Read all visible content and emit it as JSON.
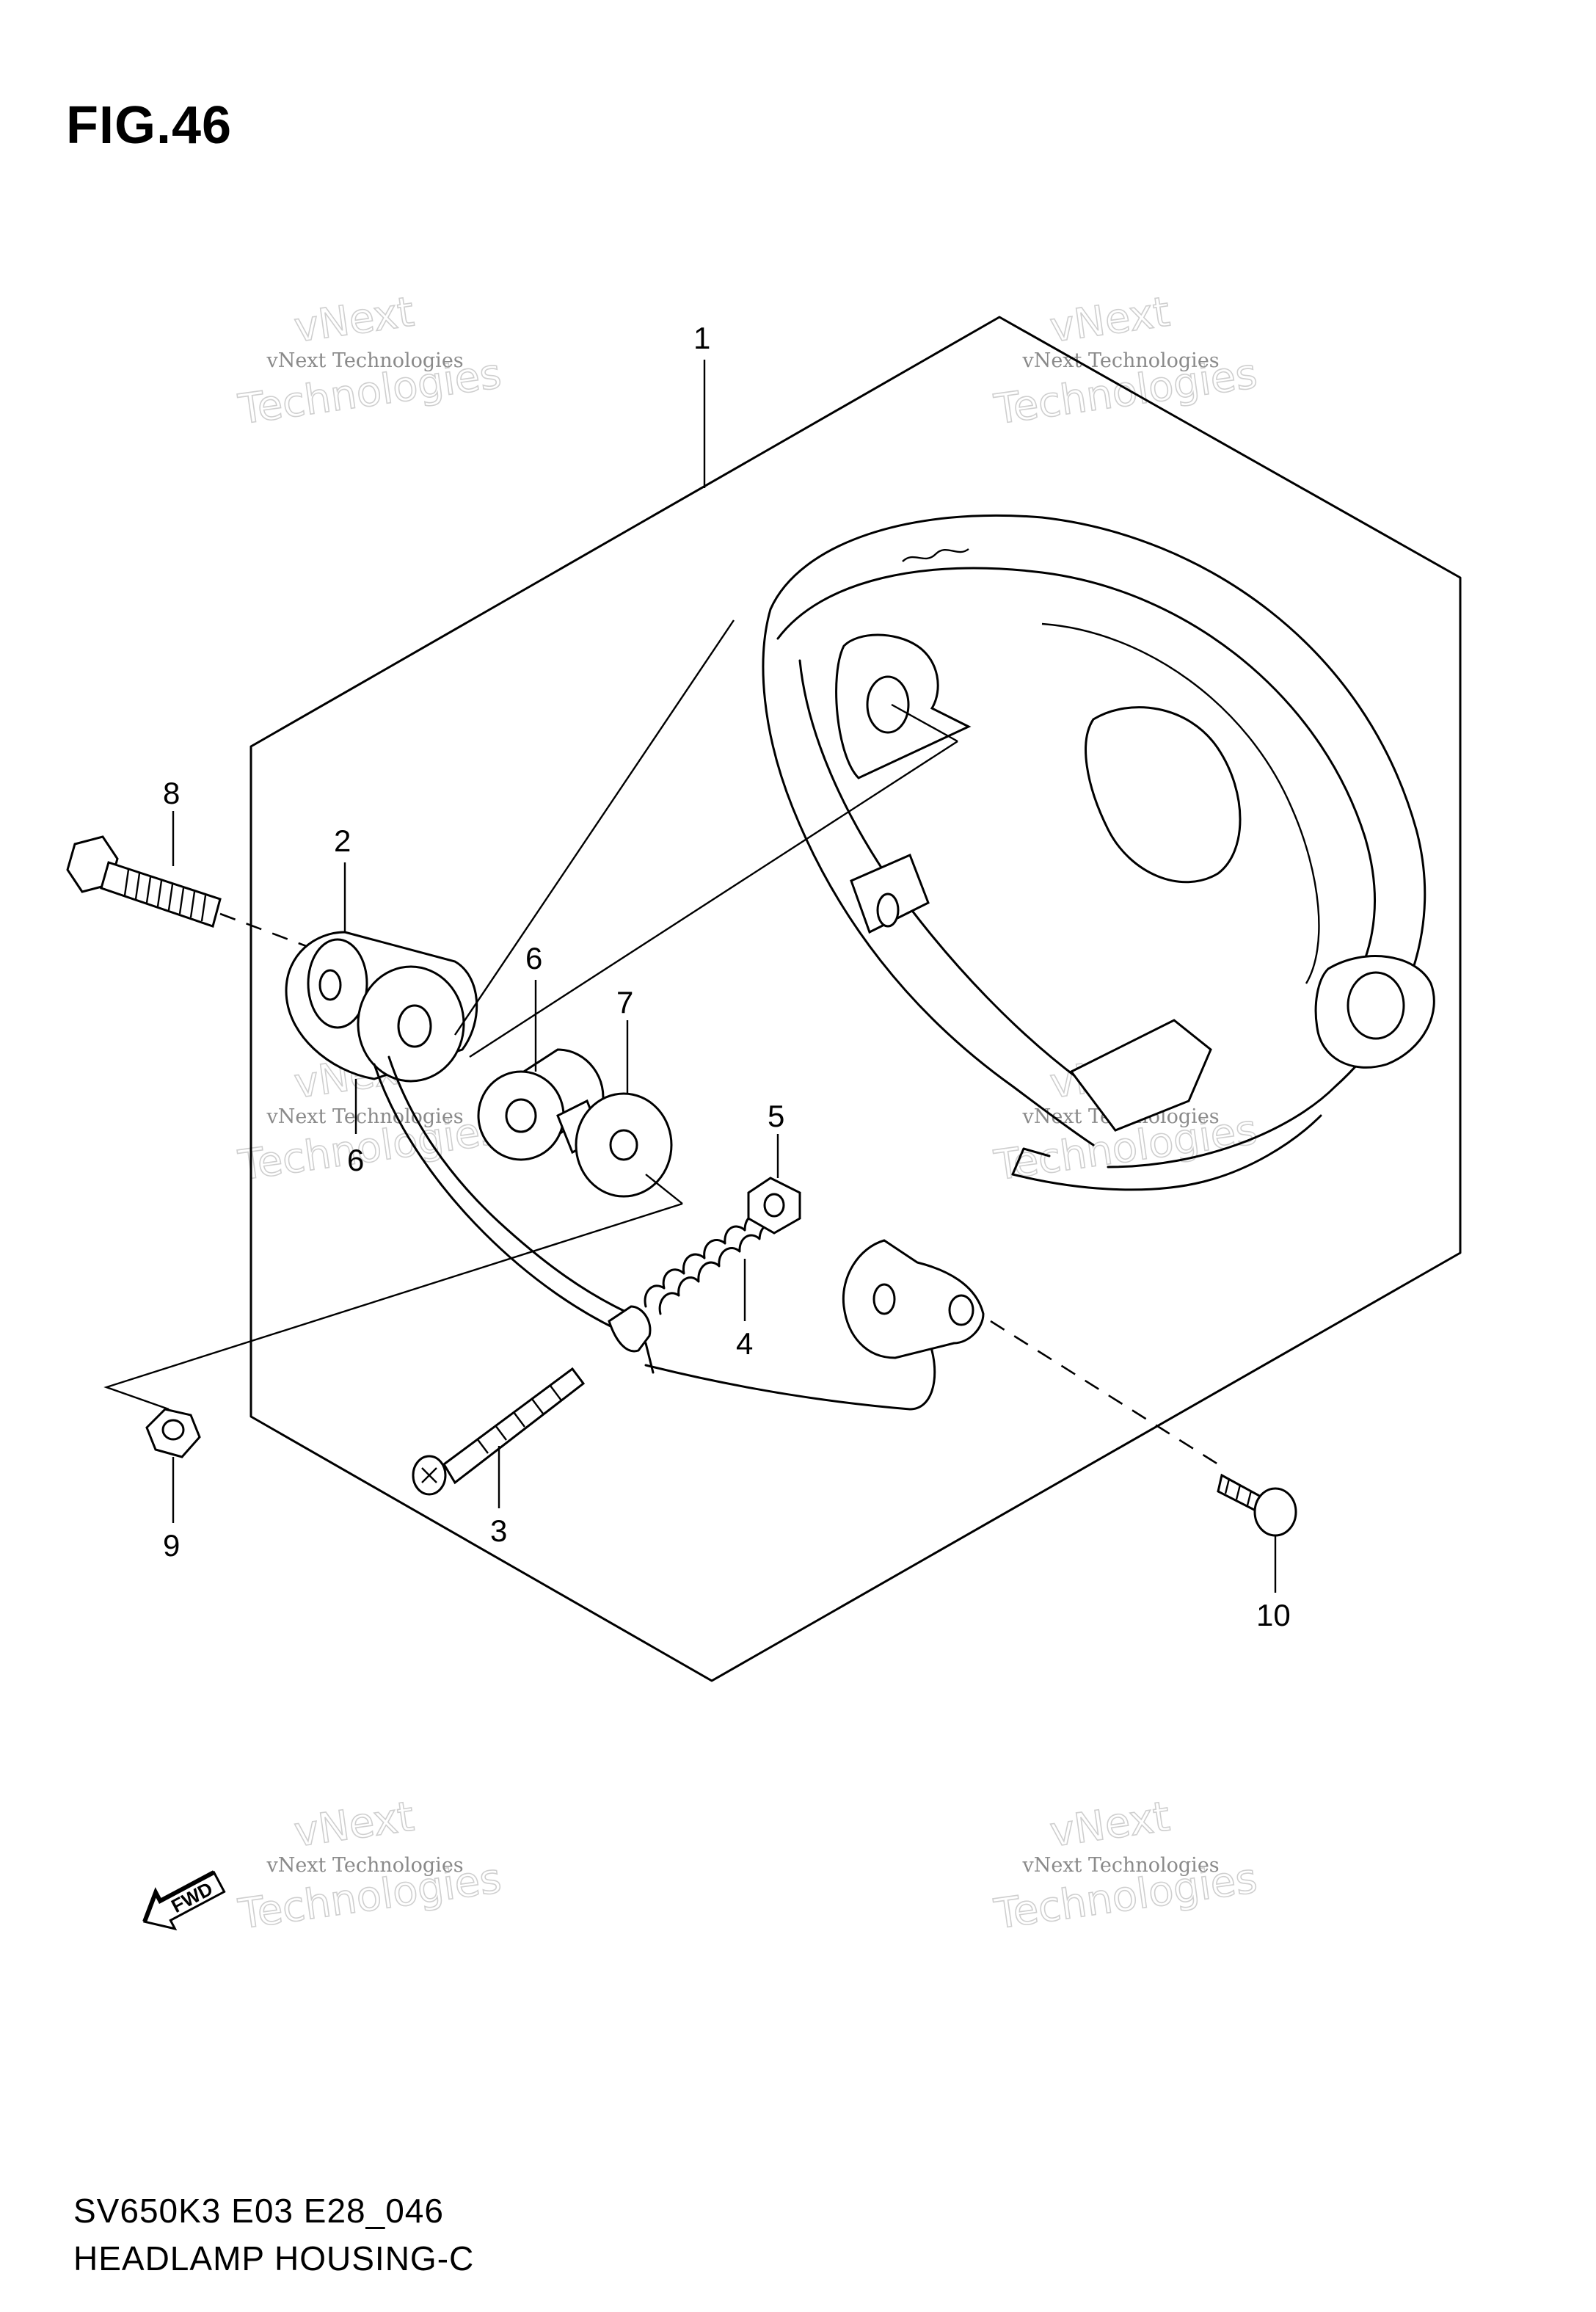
{
  "figure": {
    "title": "FIG.46",
    "model_code": "SV650K3 E03 E28_046",
    "section_name": "HEADLAMP HOUSING-C"
  },
  "callouts": [
    "1",
    "2",
    "3",
    "4",
    "5",
    "6",
    "6",
    "7",
    "8",
    "9",
    "10"
  ],
  "watermark": {
    "line1": "vNext Technologies",
    "big_top": "vNext",
    "big_bottom": "Technologies"
  },
  "fwd_arrow_label": "FWD"
}
